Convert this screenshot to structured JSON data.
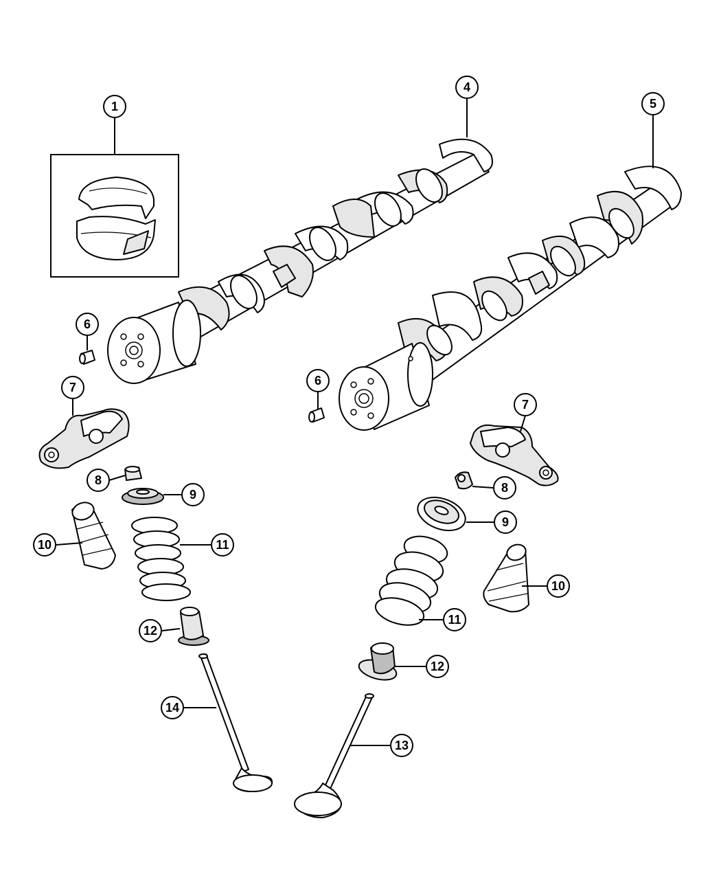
{
  "callouts": {
    "c1": "1",
    "c4": "4",
    "c5": "5",
    "c6a": "6",
    "c6b": "6",
    "c7a": "7",
    "c7b": "7",
    "c8a": "8",
    "c8b": "8",
    "c9a": "9",
    "c9b": "9",
    "c10a": "10",
    "c10b": "10",
    "c11a": "11",
    "c11b": "11",
    "c12a": "12",
    "c12b": "12",
    "c13": "13",
    "c14": "14"
  },
  "parts": [
    "camshaft-bearing",
    "camshaft-left",
    "camshaft-right",
    "dowel-pin",
    "rocker-arm",
    "valve-keeper",
    "valve-spring-retainer",
    "hydraulic-lash-adjuster",
    "valve-spring",
    "valve-stem-seal",
    "intake-valve",
    "exhaust-valve"
  ]
}
